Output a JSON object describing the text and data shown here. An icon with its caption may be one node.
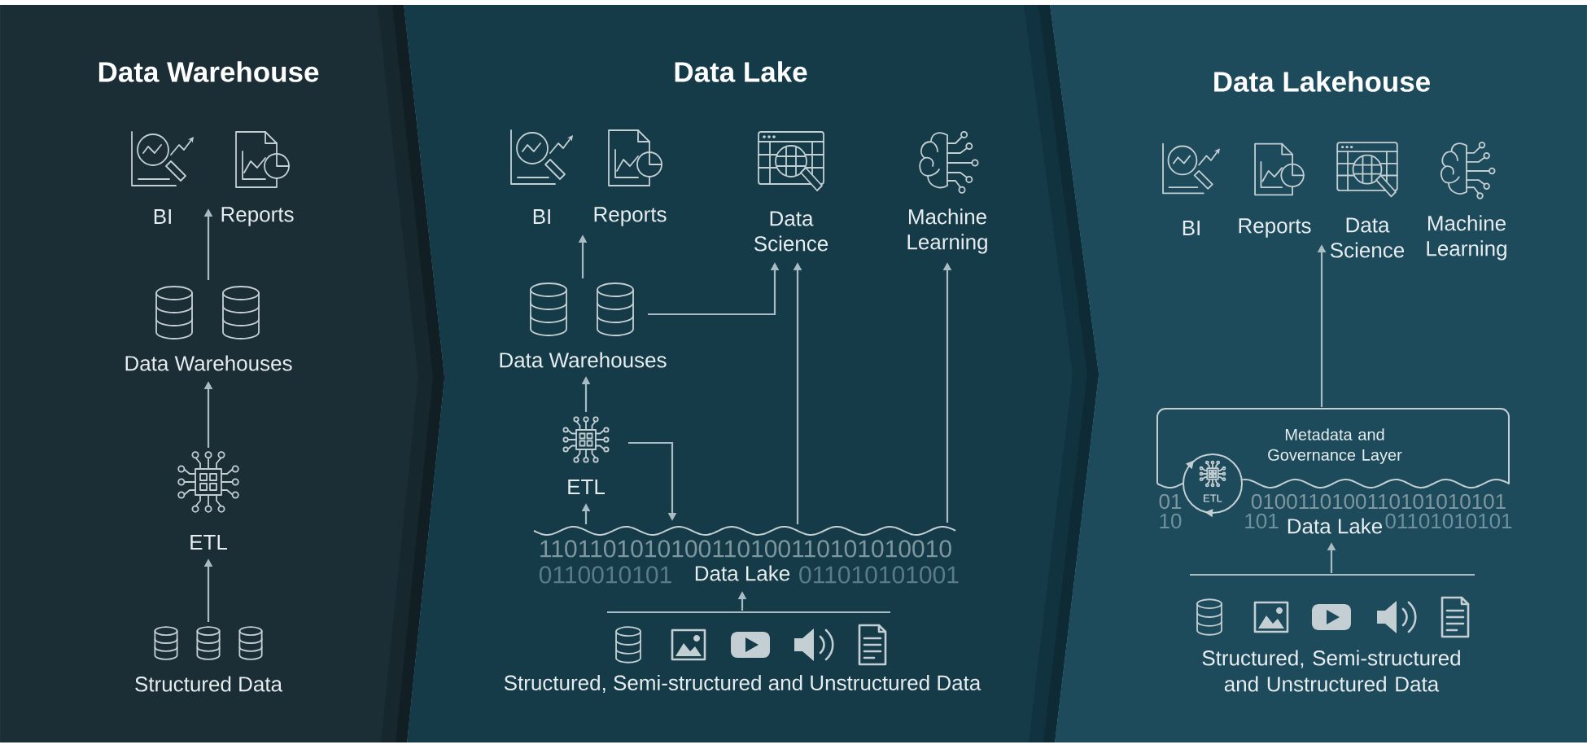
{
  "diagram": {
    "nodes": [
      {
        "text": [
          "Data Warehouse"
        ]
      },
      {
        "text": [
          "BI"
        ],
        "in": 0
      },
      {
        "text": [
          "Reports"
        ],
        "in": 0
      },
      {
        "text": [
          "Data Warehouses"
        ],
        "in": 0
      },
      {
        "text": [
          "ETL"
        ],
        "in": 0
      },
      {
        "text": [
          "Structured Data"
        ],
        "in": 0
      },
      {
        "text": [
          "Data Lake"
        ]
      },
      {
        "text": [
          "BI"
        ],
        "in": 6
      },
      {
        "text": [
          "Reports"
        ],
        "in": 6
      },
      {
        "text": [
          "Data Science"
        ],
        "in": 6
      },
      {
        "text": [
          "Machine Learning"
        ],
        "in": 6
      },
      {
        "text": [
          "Data Warehouses"
        ],
        "in": 6
      },
      {
        "text": [
          "ETL"
        ],
        "in": 6
      },
      {
        "text": [
          "Data Lake"
        ],
        "in": 6
      },
      {
        "text": [
          "Structured, Semi-structured and Unstructured Data"
        ],
        "in": 6
      },
      {
        "text": [
          "Data Lakehouse"
        ]
      },
      {
        "text": [
          "BI"
        ],
        "in": 15
      },
      {
        "text": [
          "Reports"
        ],
        "in": 15
      },
      {
        "text": [
          "Data Science"
        ],
        "in": 15
      },
      {
        "text": [
          "Machine Learning"
        ],
        "in": 15
      },
      {
        "text": [
          "Metadata and Governance Layer"
        ],
        "in": 15
      },
      {
        "text": [
          "ETL"
        ],
        "in": 15
      },
      {
        "text": [
          "Data Lake"
        ],
        "in": 15
      },
      {
        "text": [
          "Structured, Semi-structured and Unstructured Data"
        ],
        "in": 15
      }
    ],
    "edges": [
      {
        "from": 3,
        "to": 1,
        "arrow": "to"
      },
      {
        "from": 3,
        "to": 2,
        "arrow": "to"
      },
      {
        "from": 4,
        "to": 3,
        "arrow": "to"
      },
      {
        "from": 5,
        "to": 4,
        "arrow": "to"
      },
      {
        "from": 11,
        "to": 7,
        "arrow": "to"
      },
      {
        "from": 11,
        "to": 8,
        "arrow": "to"
      },
      {
        "from": 11,
        "to": 9,
        "arrow": "to"
      },
      {
        "from": 13,
        "to": 9,
        "arrow": "to"
      },
      {
        "from": 13,
        "to": 10,
        "arrow": "to"
      },
      {
        "from": 13,
        "to": 12,
        "arrow": "to"
      },
      {
        "from": 12,
        "to": 11,
        "arrow": "to"
      },
      {
        "from": 12,
        "to": 13,
        "arrow": "to"
      },
      {
        "from": 14,
        "to": 13,
        "arrow": "to"
      },
      {
        "from": 20,
        "to": 17,
        "arrow": "to"
      },
      {
        "from": 20,
        "to": 18,
        "arrow": "to"
      },
      {
        "from": 23,
        "to": 22,
        "arrow": "to"
      }
    ],
    "labels": [
      "1101101010100110100110101010010",
      "0110010101",
      "011010101001",
      "01",
      "0100110100110101010101",
      "10",
      "101",
      "01101010101"
    ]
  }
}
